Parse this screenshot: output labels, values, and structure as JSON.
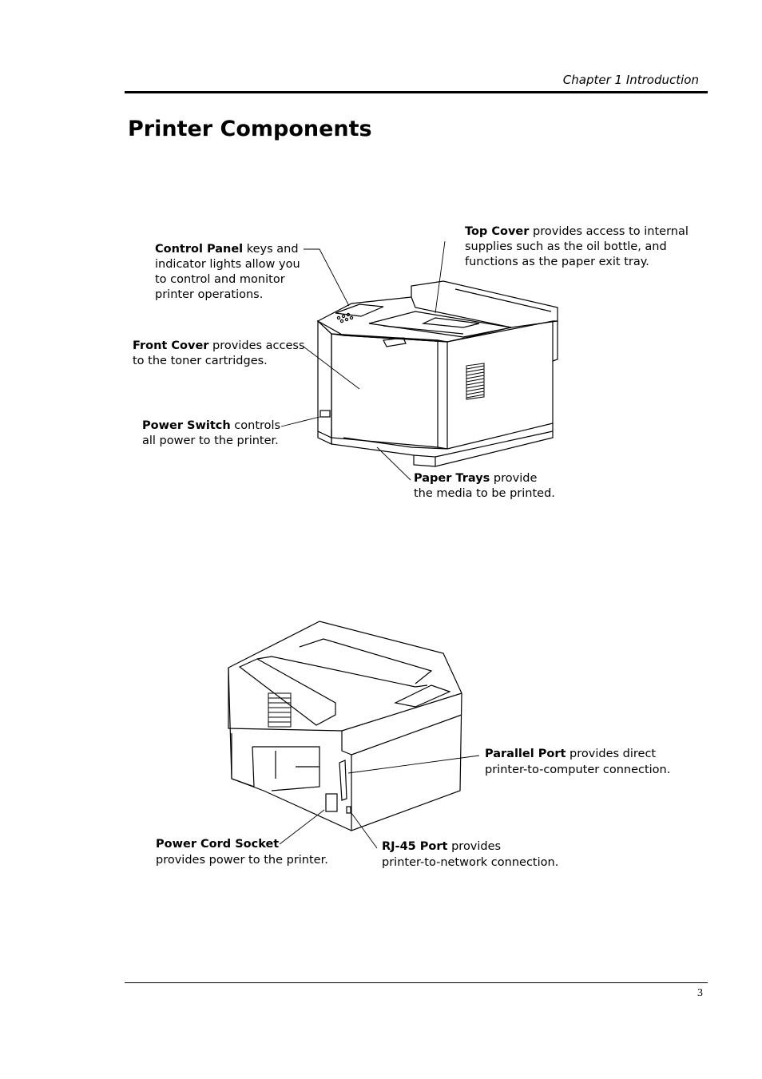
{
  "header": {
    "chapter": "Chapter 1 Introduction"
  },
  "page": {
    "title": "Printer Components",
    "number": "3"
  },
  "front_view": {
    "control_panel": {
      "term": "Control Panel",
      "lines": [
        " keys and",
        "indicator lights allow you",
        "to control and monitor",
        "printer operations."
      ]
    },
    "front_cover": {
      "term": "Front Cover",
      "lines": [
        " provides access",
        "to the toner cartridges."
      ]
    },
    "power_switch": {
      "term": "Power Switch",
      "lines": [
        " controls",
        "all power to the printer."
      ]
    },
    "top_cover": {
      "term": "Top Cover",
      "lines": [
        " provides access to internal",
        "supplies such as the oil bottle, and",
        "functions as the paper exit tray."
      ]
    },
    "paper_trays": {
      "term": "Paper Trays",
      "lines": [
        " provide",
        "the media to be printed."
      ]
    }
  },
  "rear_view": {
    "parallel_port": {
      "term": "Parallel Port",
      "lines": [
        " provides direct",
        "printer-to-computer connection."
      ]
    },
    "power_cord_socket": {
      "term": "Power Cord Socket",
      "lines": [
        "",
        "provides power to the printer."
      ]
    },
    "rj45_port": {
      "term": "RJ-45 Port",
      "lines": [
        " provides",
        "printer-to-network connection."
      ]
    }
  }
}
